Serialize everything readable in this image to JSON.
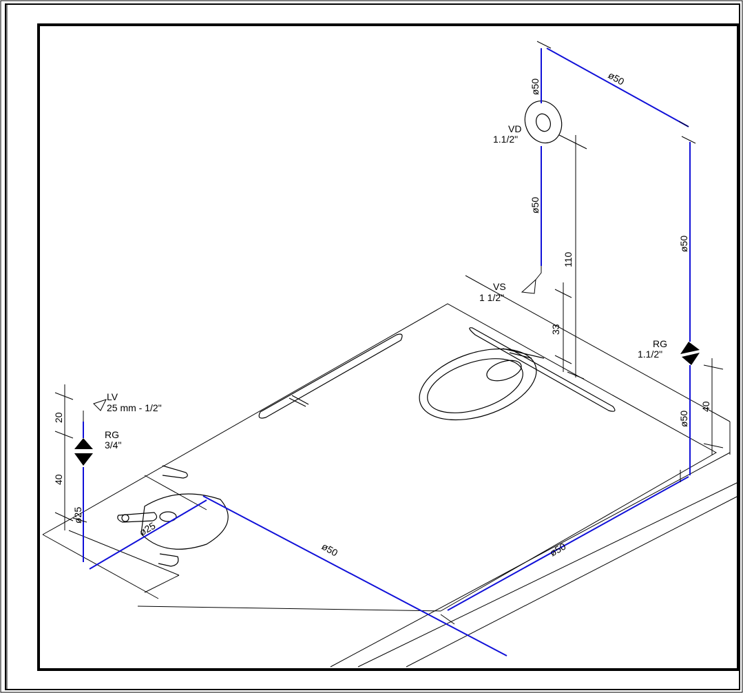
{
  "colors": {
    "pipe": "#1010d8",
    "line": "#000000",
    "background": "#ffffff"
  },
  "labels": {
    "d50_top_vertical": "ø50",
    "d50_top_diagonal": "ø50",
    "d50_mid_vertical": "ø50",
    "d50_right_vertical": "ø50",
    "d50_right_lower": "ø50",
    "d50_bottom_diagonal": "ø50",
    "d50_bottom_right": "ø50",
    "d25_vertical": "ø25",
    "d25_sink": "ø25",
    "vd_code": "VD",
    "vd_size": "1.1/2\"",
    "vs_code": "VS",
    "vs_size": "1 1/2\"",
    "rg_right_code": "RG",
    "rg_right_size": "1.1/2\"",
    "rg_left_code": "RG",
    "rg_left_size": "3/4\"",
    "lv_code": "LV",
    "lv_size": "25 mm - 1/2\""
  },
  "dimensions": {
    "dim_110": "110",
    "dim_33": "33",
    "dim_40_right": "40",
    "dim_20": "20",
    "dim_40_left": "40"
  }
}
